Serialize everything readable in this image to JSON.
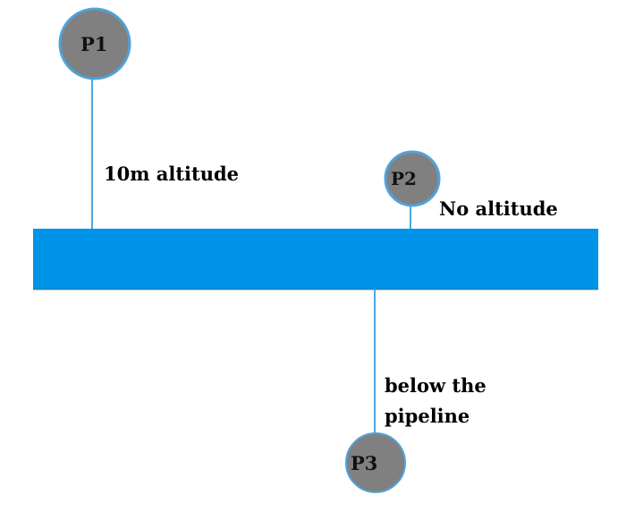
{
  "diagram": {
    "pipeline": {
      "color": "#0094E8"
    },
    "connector_color": "#4AA8E0",
    "node_fill": "#808080",
    "node_stroke": "#4FA3D8",
    "points": [
      {
        "label": "P1",
        "annotation": "10m altitude"
      },
      {
        "label": "P2",
        "annotation": "No altitude"
      },
      {
        "label": "P3",
        "annotation_line1": "below the",
        "annotation_line2": "pipeline"
      }
    ]
  }
}
